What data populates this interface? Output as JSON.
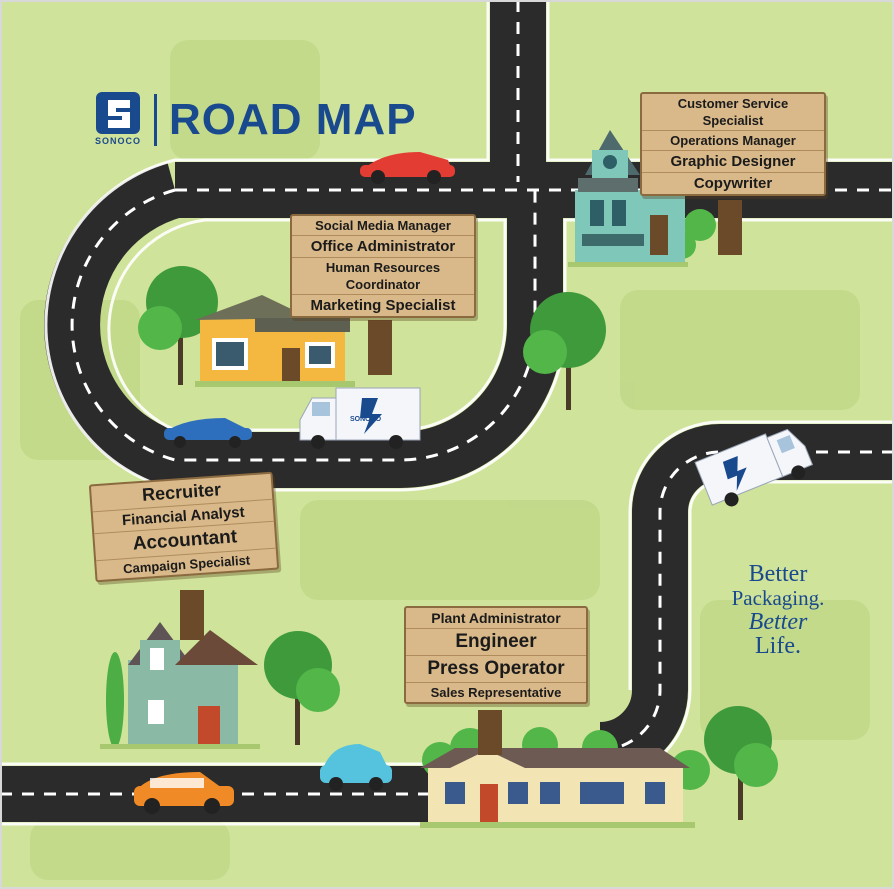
{
  "header": {
    "logo_text": "SONOCO",
    "title": "ROAD MAP"
  },
  "signs": [
    {
      "id": "top-right",
      "lines": [
        "Customer Service",
        "Specialist",
        "Operations Manager",
        "Graphic Designer",
        "Copywriter"
      ]
    },
    {
      "id": "center",
      "lines": [
        "Social Media Manager",
        "Office Administrator",
        "Human Resources",
        "Coordinator",
        "Marketing Specialist"
      ]
    },
    {
      "id": "left",
      "lines": [
        "Recruiter",
        "Financial Analyst",
        "Accountant",
        "Campaign Specialist"
      ]
    },
    {
      "id": "bottom",
      "lines": [
        "Plant Administrator",
        "Engineer",
        "Press Operator",
        "Sales Representative"
      ]
    }
  ],
  "truck_label": "SONOCO",
  "tagline": {
    "line1": "Better",
    "line2": "Packaging.",
    "line3": "Better",
    "line4": "Life."
  },
  "colors": {
    "grass": "#cfe39a",
    "grass_dark": "#bdd585",
    "road": "#2b2b2b",
    "brand": "#1a4a8e",
    "sign_wood": "#d9b98a"
  }
}
